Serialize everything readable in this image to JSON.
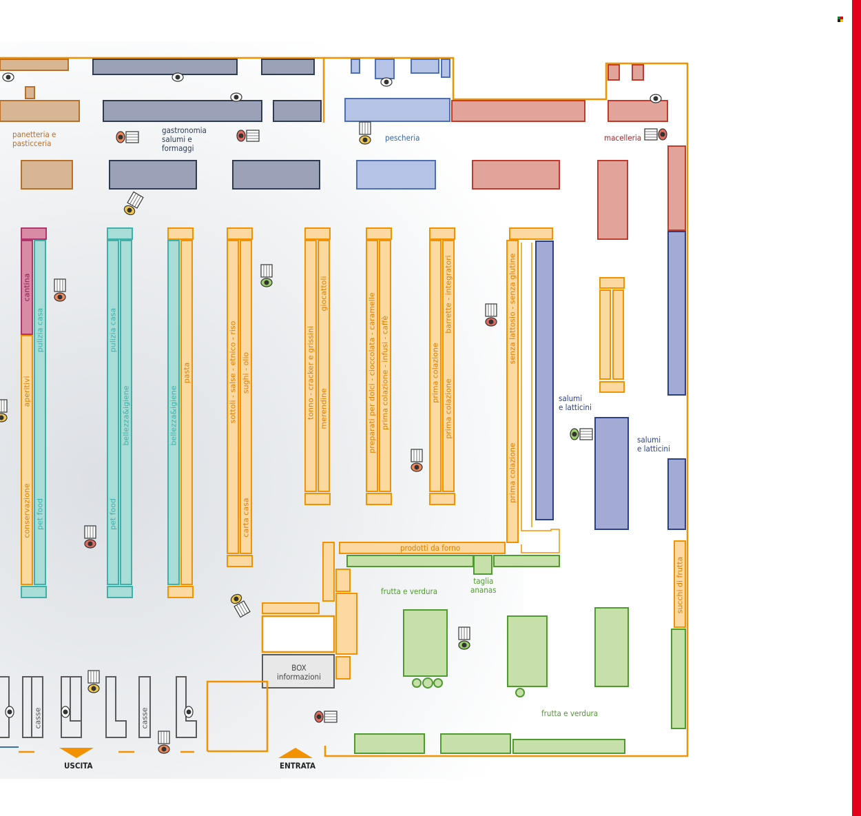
{
  "colors": {
    "orange": "#f39200",
    "orange_fill": "#fcd9a0",
    "bakery_fill": "#d8b593",
    "bakery_stroke": "#b86f2a",
    "deli_fill": "#9ba1b6",
    "deli_stroke": "#2d3a4f",
    "fish_fill": "#b5c3e6",
    "fish_stroke": "#4d6fb2",
    "butcher_fill": "#e0a49a",
    "butcher_stroke": "#c0392b",
    "pink_fill": "#d98aa5",
    "pink_stroke": "#b0346a",
    "teal_fill": "#a8dcd7",
    "teal_stroke": "#3fb0a7",
    "dairy_fill": "#a3aad3",
    "dairy_stroke": "#2b3f86",
    "green_fill": "#c7dfa8",
    "green_stroke": "#4f9a2f",
    "gray_stroke": "#5a5a5a",
    "red_bar": "#e3001b"
  },
  "departments": {
    "bakery": "panetteria e\npasticceria",
    "deli": "gastronomia\nsalumi e\nformaggi",
    "fish": "pescheria",
    "butcher": "macelleria",
    "dairy_1": "salumi\ne latticini",
    "dairy_2": "salumi\ne latticini",
    "produce_1": "frutta e verdura",
    "produce_2": "frutta e verdura",
    "pineapple": "taglia\nananas",
    "bakery_products": "prodotti da forno",
    "info_box": "BOX\ninformazioni",
    "exit": "USCITA",
    "entrance": "ENTRATA"
  },
  "aisles": {
    "cantina": "cantina",
    "aperitivi": "aperitivi",
    "conservazione": "conservazione",
    "pulizia_casa_1": "pulizia casa",
    "pet_food_1": "pet food",
    "pulizia_casa_2": "pulizia casa",
    "bellezza_1": "bellezza&igiene",
    "pet_food_2": "pet food",
    "bellezza_2": "bellezza&igiene",
    "pasta": "pasta",
    "sottoli": "sottoli - salse - etnico - riso",
    "sughi": "sughi - olio",
    "carta_casa": "carta casa",
    "tonno": "tonno - cracker e grissini",
    "giocattoli": "giocattoli",
    "merendine": "merendine",
    "preparati": "preparati per dolci - cioccolata - caramelle",
    "prima_colazione_infusi": "prima colazione - infusi - caffè",
    "prima_colazione_1": "prima colazione",
    "barrette": "barrette - integratori",
    "prima_colazione_2": "prima colazione",
    "senza_lattosio": "senza lattosio - senza glutine",
    "prima_colazione_3": "prima colazione",
    "succhi": "succhi di frutta",
    "casse_1": "casse",
    "casse_2": "casse"
  }
}
